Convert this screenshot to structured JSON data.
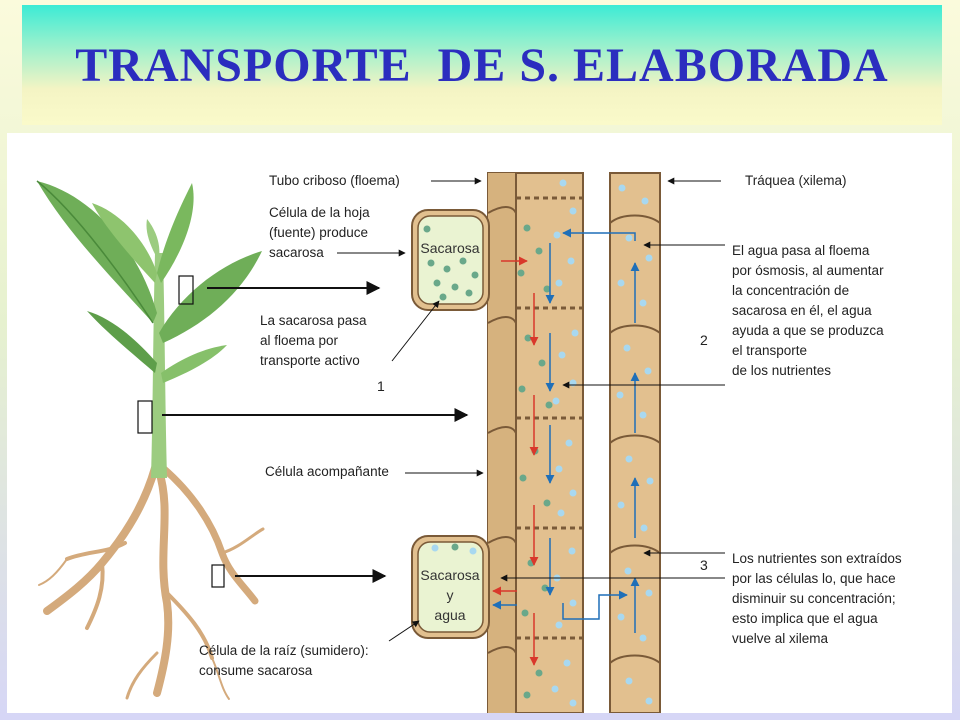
{
  "title": "TRANSPORTE  DE S. ELABORADA",
  "labels": {
    "tubo_criboso": "Tubo criboso (floema)",
    "celula_hoja": [
      "Célula de la hoja",
      "(fuente) produce",
      "sacarosa"
    ],
    "sacarosa_pasa": [
      "La sacarosa pasa",
      "al floema por",
      "transporte activo"
    ],
    "celula_acompanante": "Célula acompañante",
    "celula_raiz": [
      "Célula de la raíz (sumidero):",
      "consume sacarosa"
    ],
    "traquea": "Tráquea (xilema)",
    "agua_pasa": [
      "El agua pasa al floema",
      "por ósmosis, al aumentar",
      "la concentración de",
      "sacarosa en él, el agua",
      "ayuda a que se produzca",
      "el transporte",
      "de los nutrientes"
    ],
    "nutrientes_extraidos": [
      "Los nutrientes son extraídos",
      "por las células lo, que hace",
      "disminuir su concentración;",
      "esto implica que el agua",
      "vuelve al xilema"
    ]
  },
  "step_numbers": [
    "1",
    "2",
    "3"
  ],
  "cell_labels": {
    "leaf_cell": "Sacarosa",
    "root_cell": [
      "Sacarosa",
      "y",
      "agua"
    ]
  },
  "colors": {
    "title": "#2b2dbf",
    "tube_fill": "#e2c08f",
    "tube_border": "#7a5a38",
    "sucrose_dot": "#6aa88a",
    "water_dot": "#a8d8f0",
    "red_arrow": "#d9382b",
    "blue_arrow": "#1f6fb8"
  },
  "icons": [
    "missing-glyph-icon",
    "missing-glyph-icon",
    "missing-glyph-icon"
  ]
}
